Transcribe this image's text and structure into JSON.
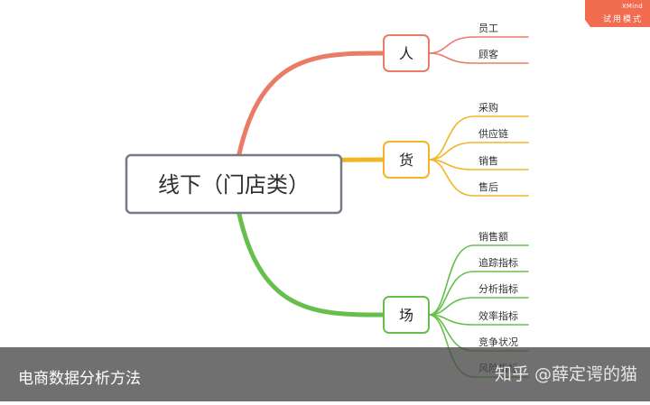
{
  "diagram": {
    "root": {
      "label": "线下（门店类）"
    },
    "branches": [
      {
        "label": "人",
        "color": "#e97b67",
        "children": [
          "员工",
          "顾客"
        ]
      },
      {
        "label": "货",
        "color": "#f2b526",
        "children": [
          "采购",
          "供应链",
          "销售",
          "售后"
        ]
      },
      {
        "label": "场",
        "color": "#66bf4c",
        "children": [
          "销售额",
          "追踪指标",
          "分析指标",
          "效率指标",
          "竞争状况",
          "风险指标"
        ]
      }
    ]
  },
  "trial_badge": {
    "brand": "XMind",
    "mode": "试用模式",
    "color": "#f26c4f"
  },
  "caption": {
    "text": "电商数据分析方法"
  },
  "watermark": {
    "text": "知乎 @薛定谔的猫"
  }
}
